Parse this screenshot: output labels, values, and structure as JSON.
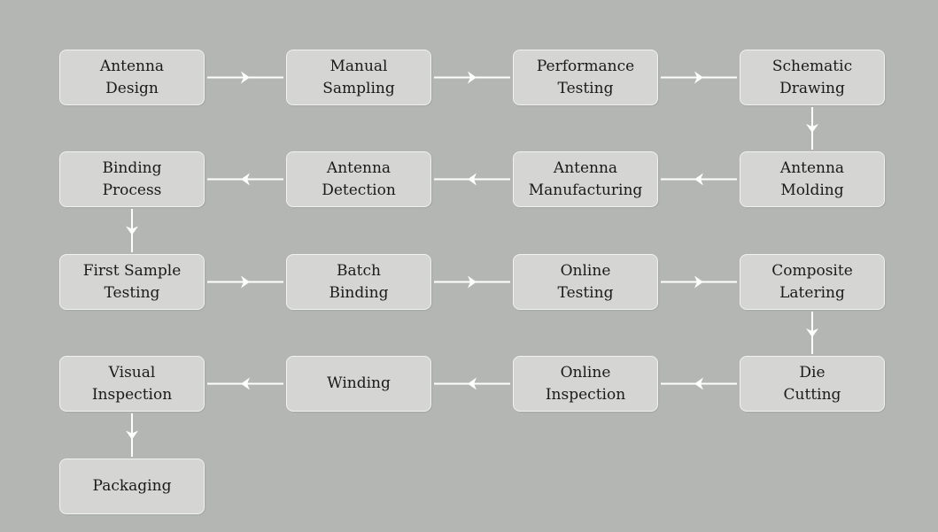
{
  "colors": {
    "background": "#b3b6b3",
    "box_fill": "#d5d5d3",
    "box_border": "#f1f1ef",
    "arrow": "#ffffff",
    "text": "#1a1a1a"
  },
  "steps": [
    {
      "id": "antenna-design",
      "label": "Antenna\nDesign"
    },
    {
      "id": "manual-sampling",
      "label": "Manual\nSampling"
    },
    {
      "id": "performance-testing",
      "label": "Performance\nTesting"
    },
    {
      "id": "schematic-drawing",
      "label": "Schematic\nDrawing"
    },
    {
      "id": "binding-process",
      "label": "Binding\nProcess"
    },
    {
      "id": "antenna-detection",
      "label": "Antenna\nDetection"
    },
    {
      "id": "antenna-manufacturing",
      "label": "Antenna\nManufacturing"
    },
    {
      "id": "antenna-molding",
      "label": "Antenna\nMolding"
    },
    {
      "id": "first-sample-testing",
      "label": "First Sample\nTesting"
    },
    {
      "id": "batch-binding",
      "label": "Batch\nBinding"
    },
    {
      "id": "online-testing",
      "label": "Online\nTesting"
    },
    {
      "id": "composite-latering",
      "label": "Composite\nLatering"
    },
    {
      "id": "visual-inspection",
      "label": "Visual\nInspection"
    },
    {
      "id": "winding",
      "label": "Winding"
    },
    {
      "id": "online-inspection",
      "label": "Online\nInspection"
    },
    {
      "id": "die-cutting",
      "label": "Die\nCutting"
    },
    {
      "id": "packaging",
      "label": "Packaging"
    }
  ],
  "flow": [
    [
      "antenna-design",
      "manual-sampling"
    ],
    [
      "manual-sampling",
      "performance-testing"
    ],
    [
      "performance-testing",
      "schematic-drawing"
    ],
    [
      "schematic-drawing",
      "antenna-molding"
    ],
    [
      "antenna-molding",
      "antenna-manufacturing"
    ],
    [
      "antenna-manufacturing",
      "antenna-detection"
    ],
    [
      "antenna-detection",
      "binding-process"
    ],
    [
      "binding-process",
      "first-sample-testing"
    ],
    [
      "first-sample-testing",
      "batch-binding"
    ],
    [
      "batch-binding",
      "online-testing"
    ],
    [
      "online-testing",
      "composite-latering"
    ],
    [
      "composite-latering",
      "die-cutting"
    ],
    [
      "die-cutting",
      "online-inspection"
    ],
    [
      "online-inspection",
      "winding"
    ],
    [
      "winding",
      "visual-inspection"
    ],
    [
      "visual-inspection",
      "packaging"
    ]
  ]
}
